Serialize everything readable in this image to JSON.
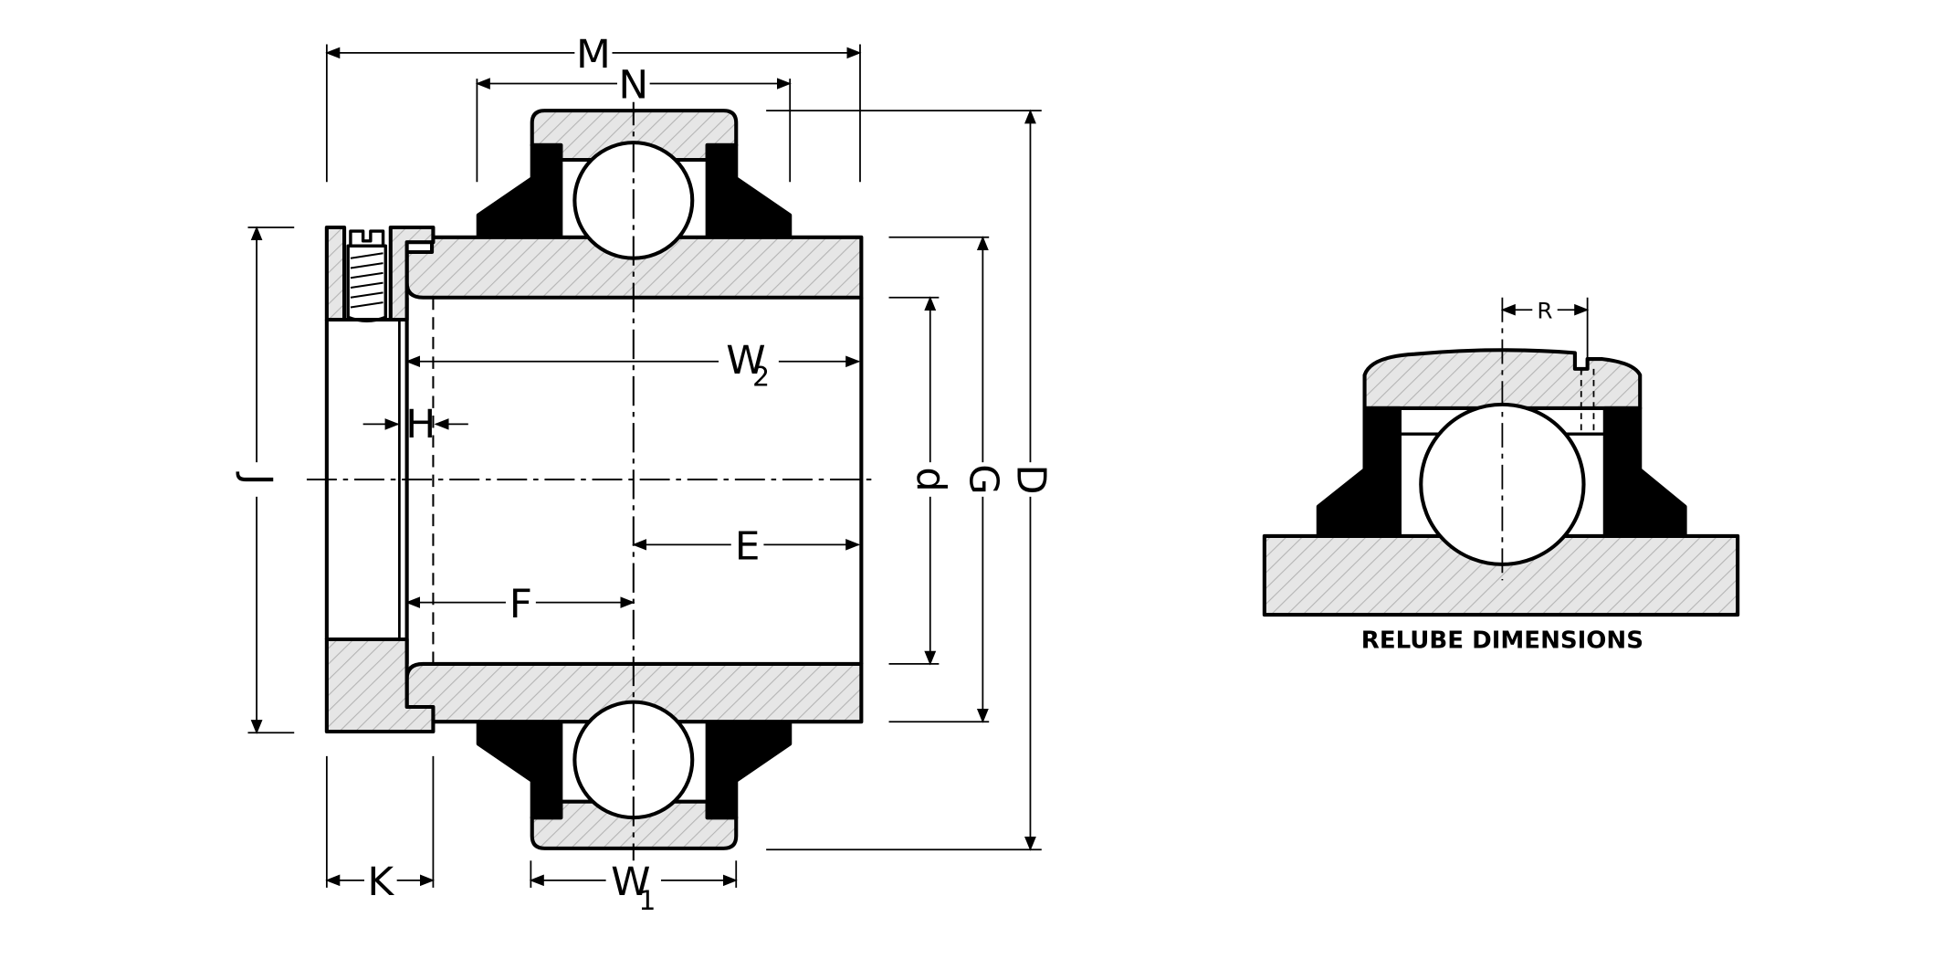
{
  "labels": {
    "M": "M",
    "N": "N",
    "W2": "W",
    "W2_sub": "2",
    "H": "H",
    "J": "J",
    "E": "E",
    "F": "F",
    "d": "d",
    "G": "G",
    "D": "D",
    "K": "K",
    "W1": "W",
    "W1_sub": "1",
    "R": "R"
  },
  "caption": "RELUBE DIMENSIONS",
  "colors": {
    "ink": "#000000",
    "hatch_fill": "#e6e6e6",
    "hatch_line": "#b4b4b4"
  }
}
